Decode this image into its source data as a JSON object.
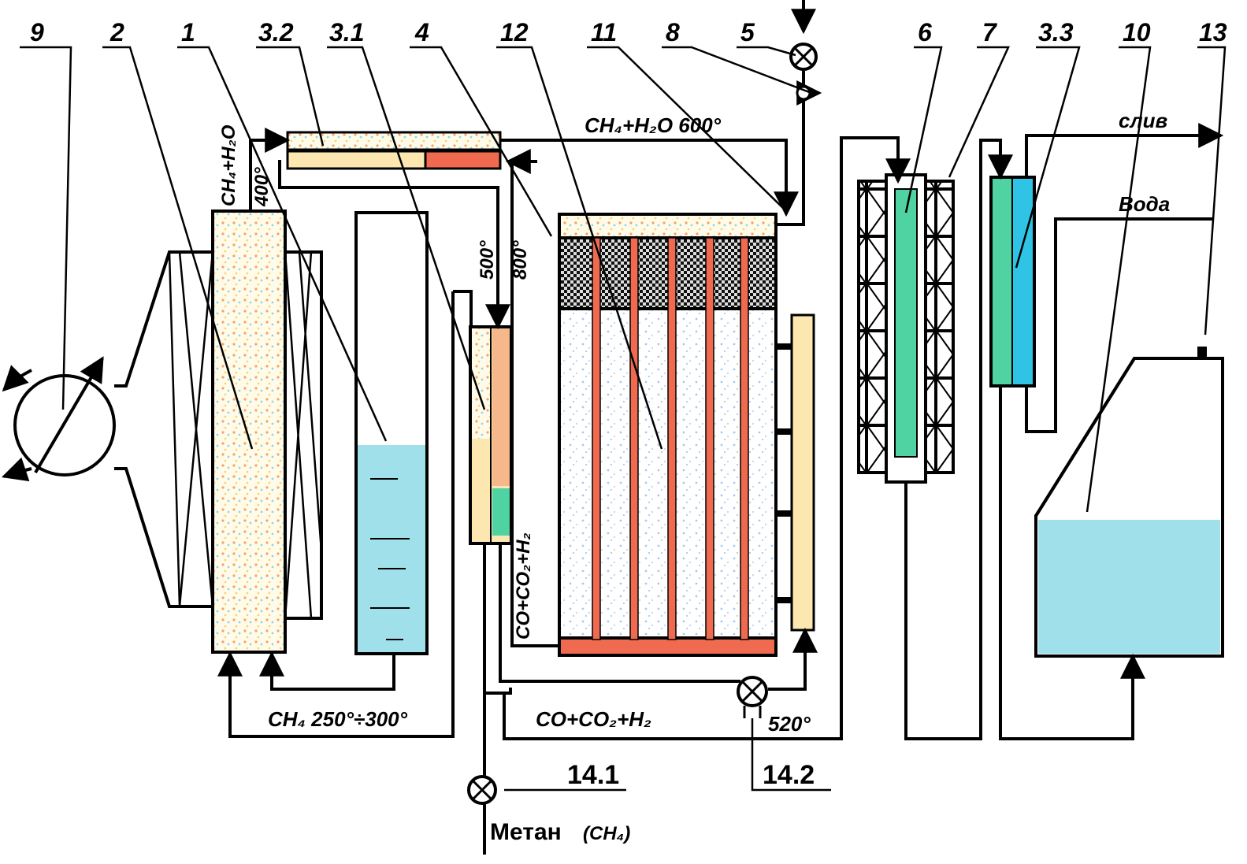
{
  "diagram": {
    "callouts": {
      "c9": "9",
      "c2": "2",
      "c1": "1",
      "c32": "3.2",
      "c31": "3.1",
      "c4": "4",
      "c12": "12",
      "c11": "11",
      "c8": "8",
      "c5": "5",
      "c6": "6",
      "c7": "7",
      "c33": "3.3",
      "c10": "10",
      "c13": "13",
      "c141": "14.1",
      "c142": "14.2"
    },
    "flows": {
      "ch4_h2o_600": "CH₄+H₂O 600°",
      "ch4_h2o_vertical": "CH₄+H₂O",
      "t400": "400°",
      "t500": "500°",
      "t800": "800°",
      "co_co2_h2_vertical": "CO+CO₂+H₂",
      "ch4_250_300": "CH₄ 250°÷300°",
      "co_co2_h2_bottom": "CO+CO₂+H₂",
      "t520": "520°",
      "sliv": "слив",
      "voda": "Вода",
      "metan": "Метан",
      "metan_formula": "(CH₄)"
    },
    "colors": {
      "water": "#9fe0ea",
      "catalyst_red": "#f06a50",
      "exchanger_yellow": "#fde7b0",
      "green": "#4fd3a3",
      "cyan": "#2fc4e6"
    }
  }
}
